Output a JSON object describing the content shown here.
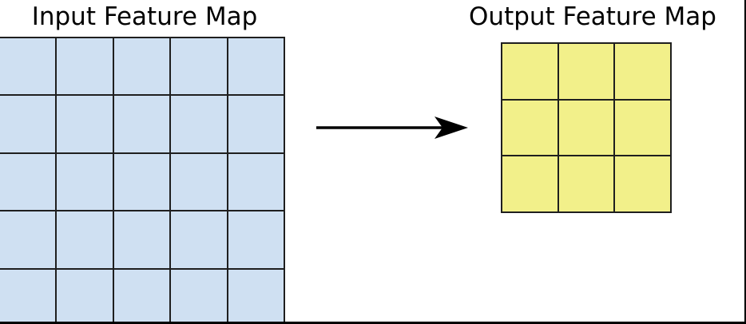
{
  "figure": {
    "background": "#ffffff",
    "frame_color": "#000000"
  },
  "input_map": {
    "title": "Input Feature Map",
    "rows": 5,
    "cols": 5,
    "cell_color": "#cfe0f2",
    "line_color": "#1f1f1f"
  },
  "output_map": {
    "title": "Output Feature Map",
    "rows": 3,
    "cols": 3,
    "cell_color": "#f2f08a",
    "line_color": "#1f1f1f"
  },
  "arrow": {
    "direction": "right",
    "color": "#000000"
  }
}
